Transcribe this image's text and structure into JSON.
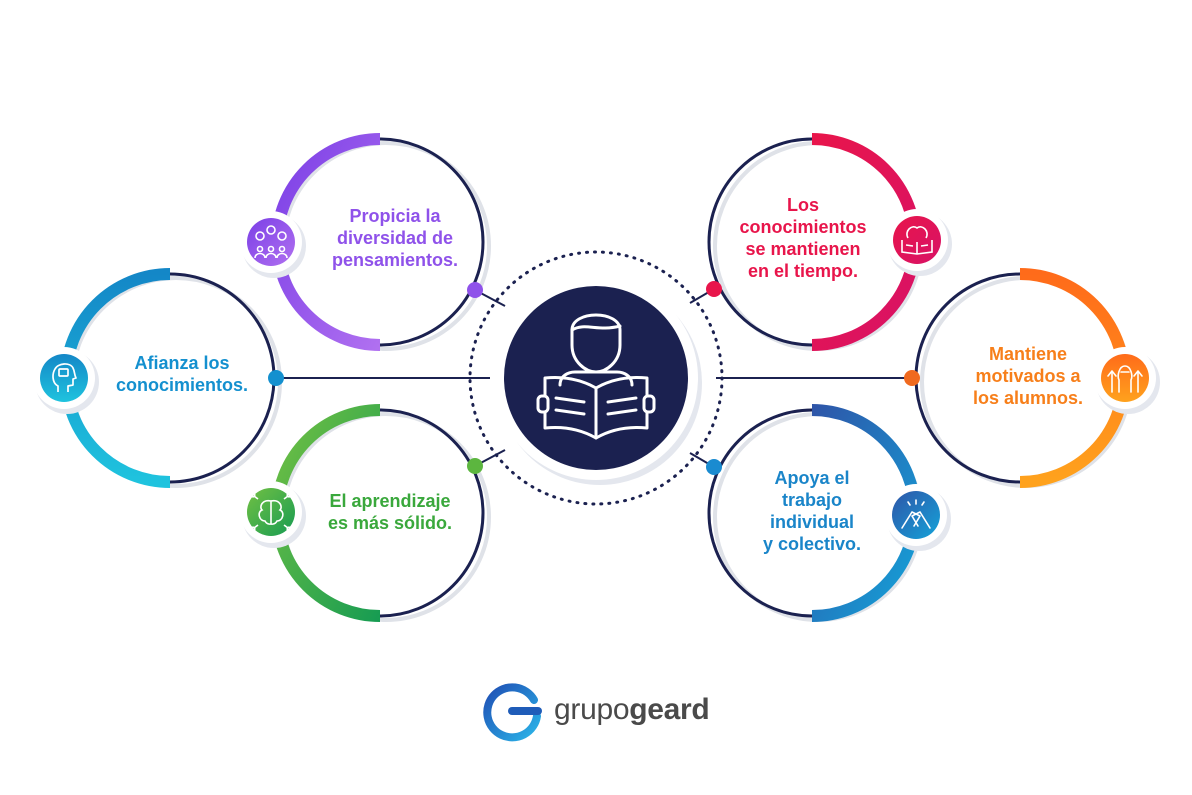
{
  "colors": {
    "navy": "#1b2150",
    "purple": "#8f52ea",
    "cyan": "#14a8d6",
    "green": "#3aa83c",
    "red": "#e8154b",
    "orange": "#f77f1a",
    "blue": "#1a7fc9",
    "grey_shadow": "#d4d8e0"
  },
  "nodes": [
    {
      "id": "propicia",
      "text": "Propicia la\ndiversidad de\npensamientos.",
      "color": "#8f52ea",
      "icon": "group-ideas-icon"
    },
    {
      "id": "afianza",
      "text": "Afianza los\nconocimientos.",
      "color": "#14a8d6",
      "icon": "head-profile-icon"
    },
    {
      "id": "aprendizaje",
      "text": "El aprendizaje\nes más sólido.",
      "color": "#3aa83c",
      "icon": "brain-network-icon"
    },
    {
      "id": "conocimientos",
      "text": "Los\nconocimientos\nse mantienen\nen el tiempo.",
      "color": "#e8154b",
      "icon": "brain-book-icon"
    },
    {
      "id": "mantiene",
      "text": "Mantiene\nmotivados a\nlos alumnos.",
      "color": "#f77f1a",
      "icon": "raised-fist-arrows-icon"
    },
    {
      "id": "apoya",
      "text": "Apoya el\ntrabajo\nindividual\ny colectivo.",
      "color": "#1a7fc9",
      "icon": "handshake-icon"
    }
  ],
  "center": {
    "icon": "student-reading-icon"
  },
  "logo": {
    "brand_light": "grupo",
    "brand_bold": "geard",
    "icon": "geard-g-logo-icon"
  }
}
